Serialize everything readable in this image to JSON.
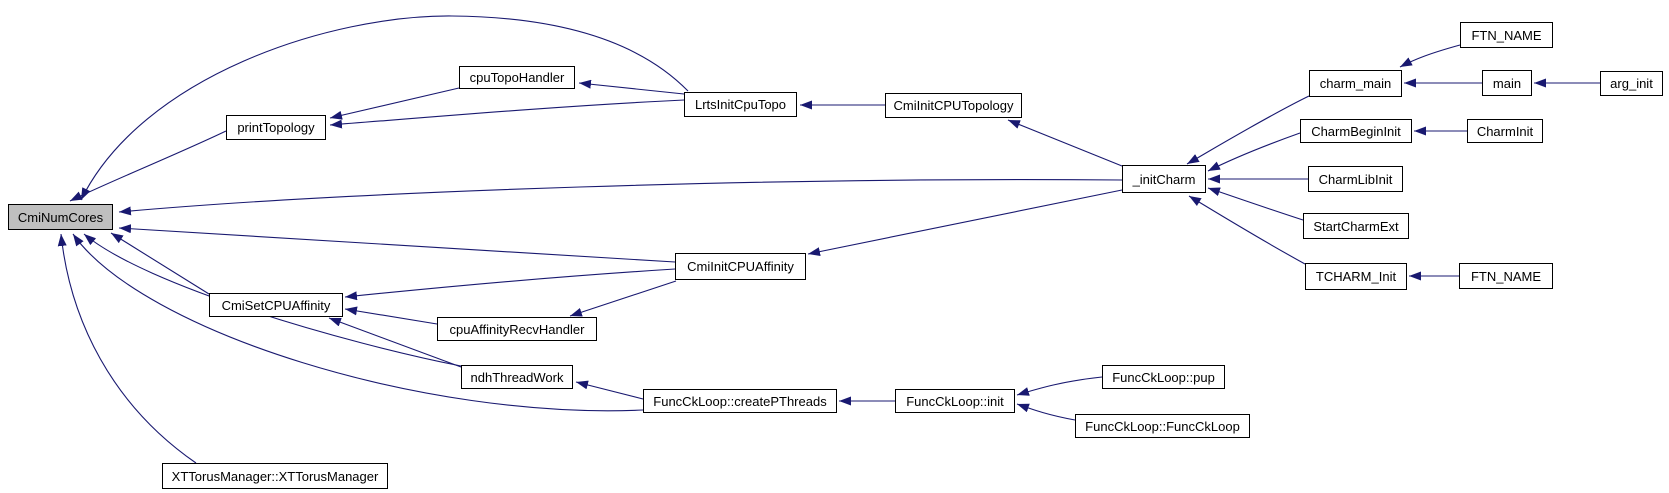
{
  "colors": {
    "edge": "#191970",
    "node_border": "#000000",
    "node_fill": "#ffffff",
    "root_fill": "#bfbfbf",
    "background": "#ffffff"
  },
  "nodes": [
    {
      "id": "CmiNumCores",
      "label": "CmiNumCores",
      "role": "root"
    },
    {
      "id": "printTopology",
      "label": "printTopology"
    },
    {
      "id": "cpuTopoHandler",
      "label": "cpuTopoHandler"
    },
    {
      "id": "LrtsInitCpuTopo",
      "label": "LrtsInitCpuTopo"
    },
    {
      "id": "CmiInitCPUTopology",
      "label": "CmiInitCPUTopology"
    },
    {
      "id": "_initCharm",
      "label": "_initCharm"
    },
    {
      "id": "charm_main",
      "label": "charm_main"
    },
    {
      "id": "FTN_NAME_top",
      "label": "FTN_NAME"
    },
    {
      "id": "main",
      "label": "main"
    },
    {
      "id": "arg_init",
      "label": "arg_init"
    },
    {
      "id": "CharmBeginInit",
      "label": "CharmBeginInit"
    },
    {
      "id": "CharmInit",
      "label": "CharmInit"
    },
    {
      "id": "CharmLibInit",
      "label": "CharmLibInit"
    },
    {
      "id": "StartCharmExt",
      "label": "StartCharmExt"
    },
    {
      "id": "TCHARM_Init",
      "label": "TCHARM_Init"
    },
    {
      "id": "FTN_NAME_bottom",
      "label": "FTN_NAME"
    },
    {
      "id": "CmiInitCPUAffinity",
      "label": "CmiInitCPUAffinity"
    },
    {
      "id": "CmiSetCPUAffinity",
      "label": "CmiSetCPUAffinity"
    },
    {
      "id": "cpuAffinityRecvHandler",
      "label": "cpuAffinityRecvHandler"
    },
    {
      "id": "ndhThreadWork",
      "label": "ndhThreadWork"
    },
    {
      "id": "FuncCkLoop_createPThreads",
      "label": "FuncCkLoop::createPThreads"
    },
    {
      "id": "FuncCkLoop_init",
      "label": "FuncCkLoop::init"
    },
    {
      "id": "FuncCkLoop_pup",
      "label": "FuncCkLoop::pup"
    },
    {
      "id": "FuncCkLoop_FuncCkLoop",
      "label": "FuncCkLoop::FuncCkLoop"
    },
    {
      "id": "XTTorusManager_XTTorusManager",
      "label": "XTTorusManager::XTTorusManager"
    }
  ],
  "edges": [
    {
      "from": "printTopology",
      "to": "CmiNumCores"
    },
    {
      "from": "LrtsInitCpuTopo",
      "to": "CmiNumCores"
    },
    {
      "from": "_initCharm",
      "to": "CmiNumCores"
    },
    {
      "from": "CmiInitCPUAffinity",
      "to": "CmiNumCores"
    },
    {
      "from": "CmiSetCPUAffinity",
      "to": "CmiNumCores"
    },
    {
      "from": "ndhThreadWork",
      "to": "CmiNumCores"
    },
    {
      "from": "FuncCkLoop_createPThreads",
      "to": "CmiNumCores"
    },
    {
      "from": "XTTorusManager_XTTorusManager",
      "to": "CmiNumCores"
    },
    {
      "from": "cpuTopoHandler",
      "to": "printTopology"
    },
    {
      "from": "LrtsInitCpuTopo",
      "to": "printTopology"
    },
    {
      "from": "LrtsInitCpuTopo",
      "to": "cpuTopoHandler"
    },
    {
      "from": "CmiInitCPUTopology",
      "to": "LrtsInitCpuTopo"
    },
    {
      "from": "_initCharm",
      "to": "CmiInitCPUTopology"
    },
    {
      "from": "_initCharm",
      "to": "CmiInitCPUAffinity"
    },
    {
      "from": "CmiInitCPUAffinity",
      "to": "CmiSetCPUAffinity"
    },
    {
      "from": "cpuAffinityRecvHandler",
      "to": "CmiSetCPUAffinity"
    },
    {
      "from": "ndhThreadWork",
      "to": "CmiSetCPUAffinity"
    },
    {
      "from": "CmiInitCPUAffinity",
      "to": "cpuAffinityRecvHandler"
    },
    {
      "from": "FuncCkLoop_createPThreads",
      "to": "ndhThreadWork"
    },
    {
      "from": "FuncCkLoop_init",
      "to": "FuncCkLoop_createPThreads"
    },
    {
      "from": "FuncCkLoop_pup",
      "to": "FuncCkLoop_init"
    },
    {
      "from": "FuncCkLoop_FuncCkLoop",
      "to": "FuncCkLoop_init"
    },
    {
      "from": "charm_main",
      "to": "_initCharm"
    },
    {
      "from": "CharmBeginInit",
      "to": "_initCharm"
    },
    {
      "from": "CharmLibInit",
      "to": "_initCharm"
    },
    {
      "from": "StartCharmExt",
      "to": "_initCharm"
    },
    {
      "from": "TCHARM_Init",
      "to": "_initCharm"
    },
    {
      "from": "FTN_NAME_top",
      "to": "charm_main"
    },
    {
      "from": "main",
      "to": "charm_main"
    },
    {
      "from": "arg_init",
      "to": "main"
    },
    {
      "from": "CharmInit",
      "to": "CharmBeginInit"
    },
    {
      "from": "FTN_NAME_bottom",
      "to": "TCHARM_Init"
    }
  ]
}
